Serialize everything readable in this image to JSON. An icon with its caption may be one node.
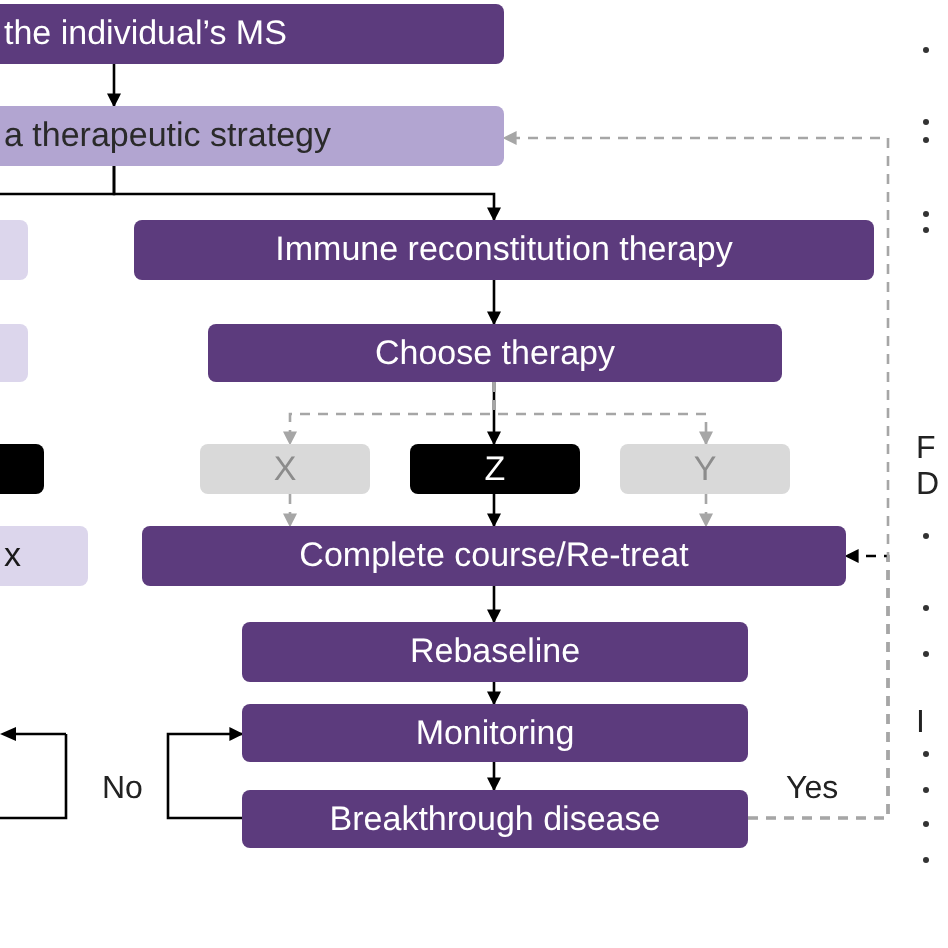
{
  "diagram": {
    "nodes": [
      {
        "text": [
          "the individual’s MS"
        ]
      },
      {
        "text": [
          "a therapeutic strategy"
        ]
      },
      {
        "text": [],
        "shape": "box"
      },
      {
        "text": [
          "Immune reconstitution therapy"
        ]
      },
      {
        "text": [],
        "shape": "box"
      },
      {
        "text": [
          "Choose therapy"
        ]
      },
      {
        "text": [],
        "shape": "box"
      },
      {
        "text": [
          "X"
        ]
      },
      {
        "text": [
          "Z"
        ]
      },
      {
        "text": [
          "Y"
        ]
      },
      {
        "text": [
          "x"
        ]
      },
      {
        "text": [
          "Complete course/Re-treat"
        ]
      },
      {
        "text": [
          "Rebaseline"
        ]
      },
      {
        "text": [
          "Monitoring"
        ]
      },
      {
        "text": [
          "Breakthrough disease"
        ]
      }
    ],
    "edges": [
      {
        "from": 0,
        "to": 1,
        "arrow": "to"
      },
      {
        "from": 1,
        "to": null,
        "arrow": "none"
      },
      {
        "from": 1,
        "to": 3,
        "arrow": "to"
      },
      {
        "from": 3,
        "to": 5,
        "arrow": "to"
      },
      {
        "from": 5,
        "to": 7,
        "arrow": "to",
        "style": "dashed",
        "color": "#a6a6a6"
      },
      {
        "from": 5,
        "to": 8,
        "arrow": "to"
      },
      {
        "from": 5,
        "to": 9,
        "arrow": "to",
        "style": "dashed",
        "color": "#a6a6a6"
      },
      {
        "from": 7,
        "to": 11,
        "arrow": "to",
        "style": "dashed",
        "color": "#a6a6a6"
      },
      {
        "from": 8,
        "to": 11,
        "arrow": "to"
      },
      {
        "from": 9,
        "to": 11,
        "arrow": "to",
        "style": "dashed",
        "color": "#a6a6a6"
      },
      {
        "from": 11,
        "to": 12,
        "arrow": "to"
      },
      {
        "from": 12,
        "to": 13,
        "arrow": "to"
      },
      {
        "from": 13,
        "to": 14,
        "arrow": "to"
      },
      {
        "from": 14,
        "to": 13,
        "arrow": "to",
        "label": "No"
      },
      {
        "from": 14,
        "to": 11,
        "arrow": "to",
        "style": "dashed",
        "label": "Yes"
      },
      {
        "from": 14,
        "to": 1,
        "arrow": "to",
        "style": "dashed",
        "color": "#a6a6a6"
      }
    ],
    "labels": [
      "F",
      "D",
      "I"
    ]
  }
}
